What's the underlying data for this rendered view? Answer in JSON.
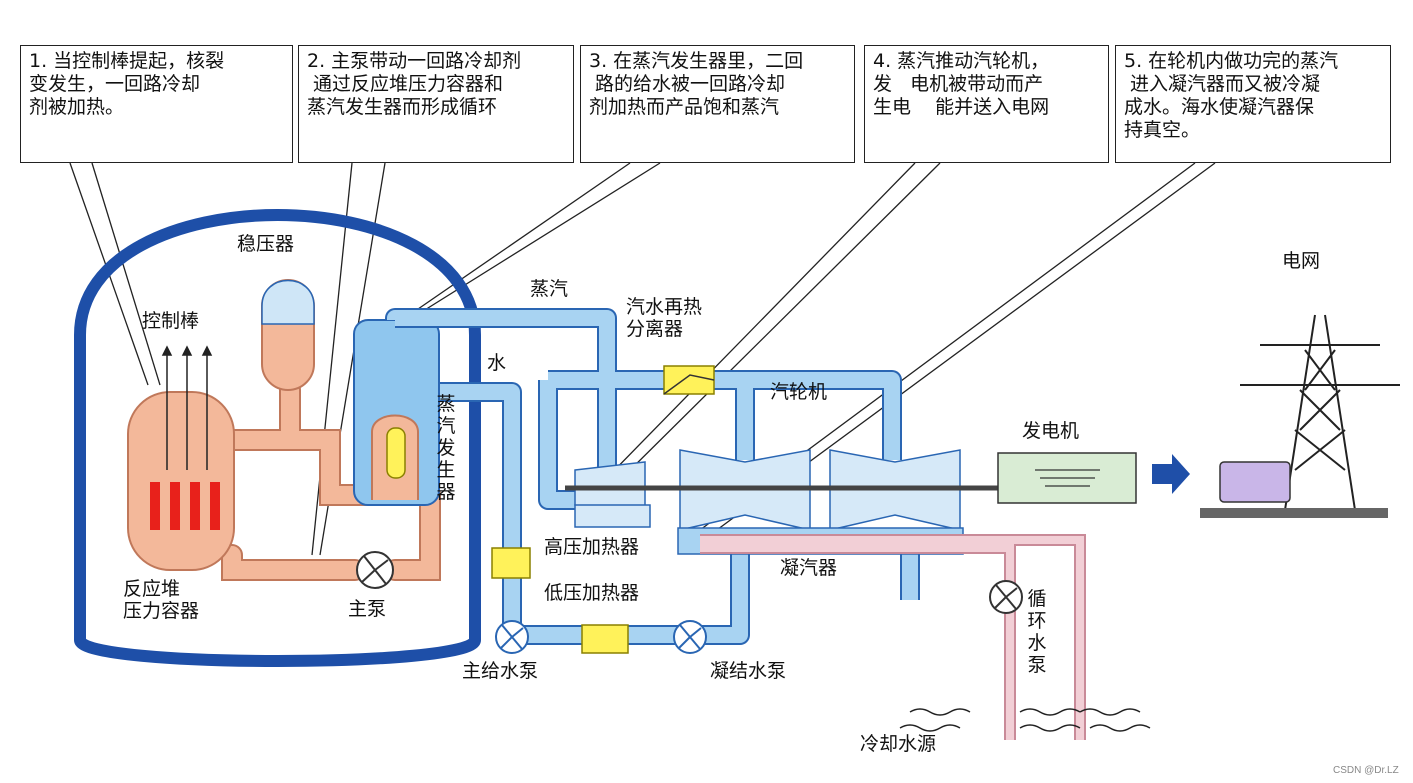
{
  "callouts": [
    {
      "text": "1. 当控制棒提起，核裂\n变发生，一回路冷却\n剂被加热。"
    },
    {
      "text": "2. 主泵带动一回路冷却剂\n 通过反应堆压力容器和\n蒸汽发生器而形成循环"
    },
    {
      "text": "3. 在蒸汽发生器里，二回\n 路的给水被一回路冷却\n剂加热而产品饱和蒸汽"
    },
    {
      "text": "4. 蒸汽推动汽轮机，\n发   电机被带动而产\n生电    能并送入电网"
    },
    {
      "text": "5. 在轮机内做功完的蒸汽\n 进入凝汽器而又被冷凝\n成水。海水使凝汽器保\n持真空。"
    }
  ],
  "labels": {
    "pressurizer": "稳压器",
    "control_rods": "控制棒",
    "reactor_vessel": "反应堆\n压力容器",
    "main_pump": "主泵",
    "steam": "蒸汽",
    "water": "水",
    "steam_generator": "蒸汽发生器",
    "moisture_separator": "汽水再热\n分离器",
    "turbine": "汽轮机",
    "generator": "发电机",
    "grid": "电网",
    "hp_heater": "高压加热器",
    "condenser": "凝汽器",
    "lp_heater": "低压加热器",
    "feed_pump": "主给水泵",
    "condensate_pump": "凝结水泵",
    "circ_pump": "循环水泵",
    "cooling_source": "冷却水源"
  },
  "watermark": "CSDN @Dr.LZ",
  "colors": {
    "containment": "#1e4fa8",
    "primary_loop": "#f3b89a",
    "secondary_loop": "#8fc6ee",
    "secondary_outline": "#2a66b3",
    "heater": "#fff25a",
    "fuel": "#e8211b",
    "generator": "#d9ecd4",
    "cooling_water": "#f2cfd6",
    "arrow": "#1f4fa8"
  }
}
